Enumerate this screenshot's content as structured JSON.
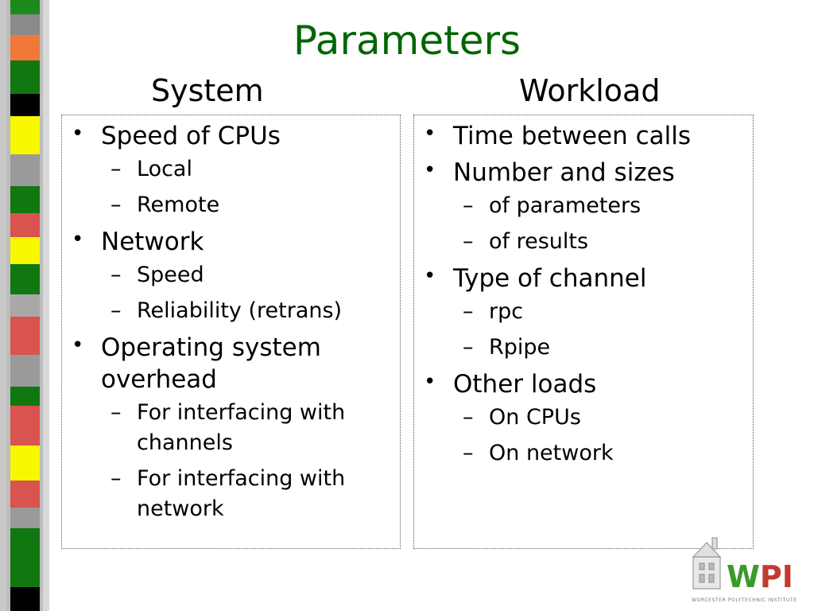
{
  "title": "Parameters",
  "columns": {
    "system": {
      "heading": "System",
      "items": [
        {
          "text": "Speed of CPUs",
          "sub": [
            "Local",
            "Remote"
          ]
        },
        {
          "text": "Network",
          "sub": [
            "Speed",
            "Reliability (retrans)"
          ]
        },
        {
          "text": "Operating system overhead",
          "sub": [
            "For interfacing with channels",
            "For interfacing with network"
          ]
        }
      ]
    },
    "workload": {
      "heading": "Workload",
      "items": [
        {
          "text": "Time between calls",
          "sub": []
        },
        {
          "text": "Number and sizes",
          "sub": [
            "of parameters",
            "of results"
          ]
        },
        {
          "text": "Type of channel",
          "sub": [
            "rpc",
            "Rpipe"
          ]
        },
        {
          "text": "Other loads",
          "sub": [
            "On CPUs",
            "On network"
          ]
        }
      ]
    }
  },
  "logo": {
    "text": "WPI",
    "caption": "WORCESTER POLYTECHNIC INSTITUTE"
  },
  "colors": {
    "title": "#006600",
    "logo_green": "#3a9a2a",
    "logo_red": "#c23a2e"
  }
}
